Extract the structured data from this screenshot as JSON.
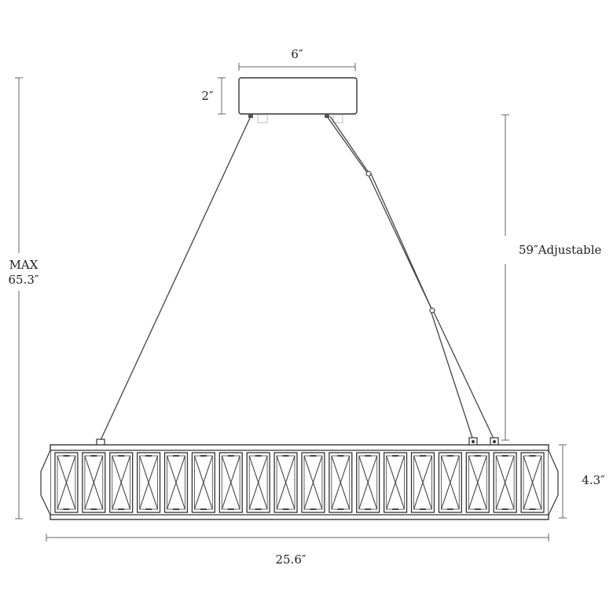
{
  "dimensions": {
    "canopy_width": "6″",
    "canopy_height": "2″",
    "max_height_line1": "MAX",
    "max_height_line2": "65.3″",
    "adjustable": "59″Adjustable",
    "body_height": "4.3″",
    "body_width": "25.6″"
  },
  "fixture": {
    "crystal_panel_count": 18
  }
}
